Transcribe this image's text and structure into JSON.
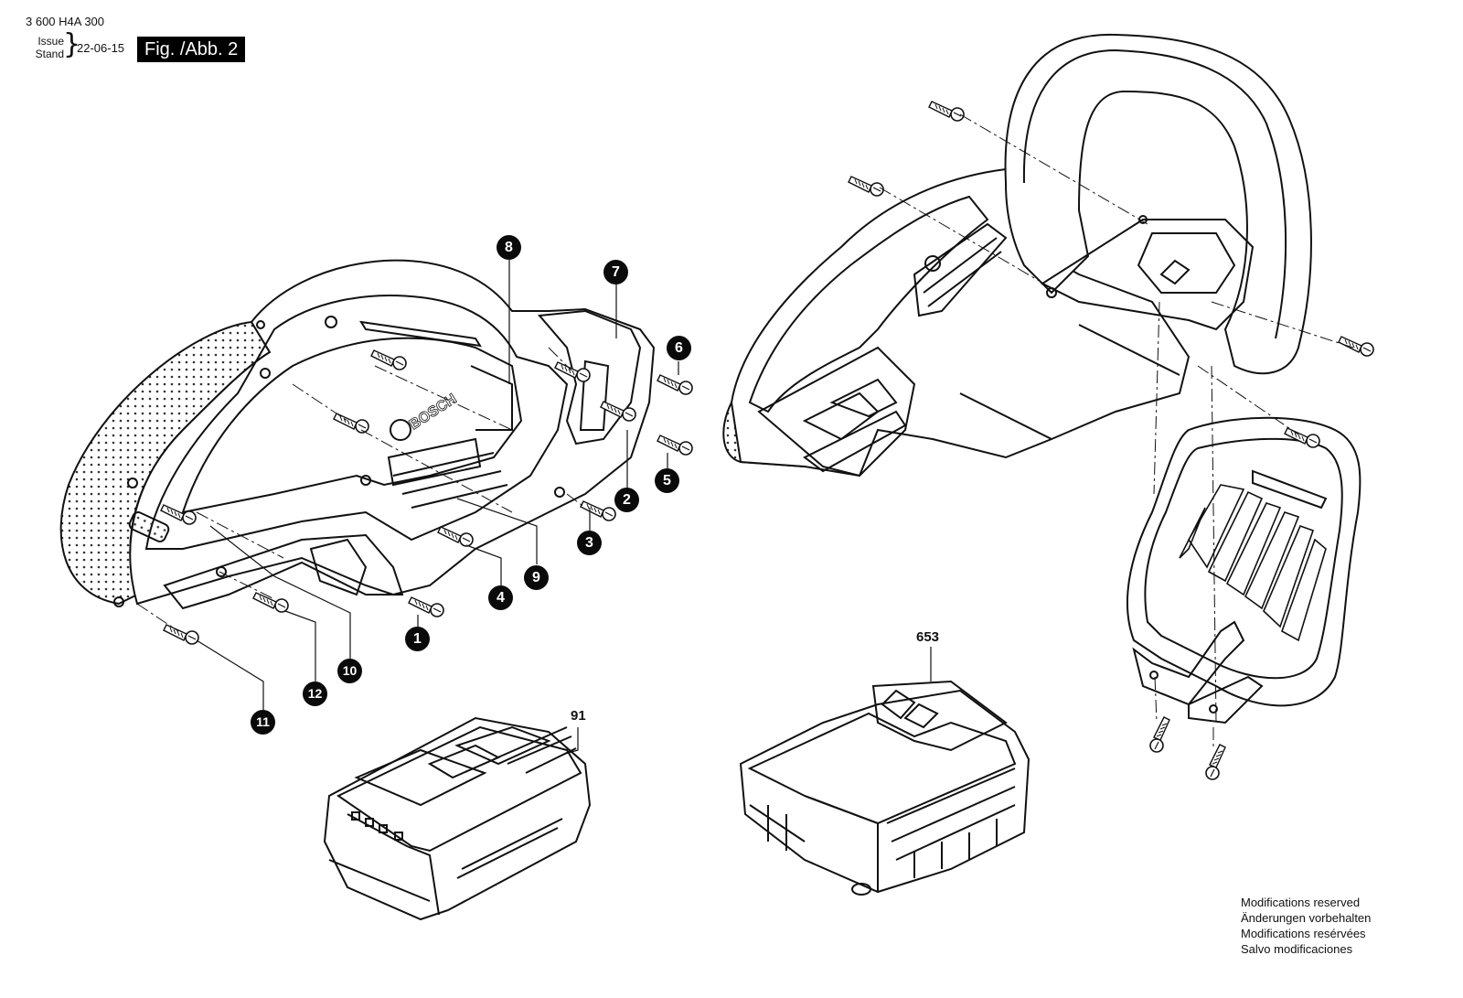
{
  "header": {
    "part_number": "3 600 H4A 300",
    "issue_label": "Issue",
    "stand_label": "Stand",
    "date": "22-06-15",
    "figure": "Fig. /Abb. 2"
  },
  "callouts": {
    "c1": "1",
    "c2": "2",
    "c3": "3",
    "c4": "4",
    "c5": "5",
    "c6": "6",
    "c7": "7",
    "c8": "8",
    "c9": "9",
    "c10": "10",
    "c11": "11",
    "c12": "12"
  },
  "part_labels": {
    "battery": "91",
    "charger": "653"
  },
  "housing_brand": "BOSCH",
  "notes": [
    "Modifications reserved",
    "Änderungen vorbehalten",
    "Modifications resérvées",
    "Salvo modificaciones"
  ]
}
